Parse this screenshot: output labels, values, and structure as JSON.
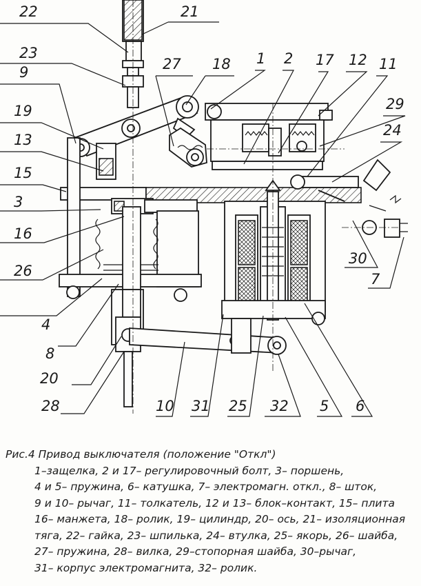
{
  "figure": {
    "labels": [
      "22",
      "21",
      "23",
      "27",
      "18",
      "1",
      "2",
      "17",
      "12",
      "11",
      "9",
      "29",
      "19",
      "24",
      "13",
      "15",
      "3",
      "16",
      "26",
      "30",
      "7",
      "4",
      "8",
      "20",
      "28",
      "10",
      "31",
      "25",
      "32",
      "5",
      "6"
    ]
  },
  "caption": {
    "title": "Рис.4 Привод выключателя (положение \"Откл\")",
    "lines": [
      "1–защелка, 2 и 17– регулировочный болт, 3– поршень,",
      "4 и 5– пружина, 6– катушка, 7– электромагн. откл., 8– шток,",
      "9 и 10– рычаг, 11– толкатель, 12 и 13– блок–контакт, 15– плита",
      "16– манжета, 18– ролик, 19– цилиндр, 20– ось, 21– изоляционная",
      "тяга, 22– гайка, 23– шпилька, 24– втулка, 25– якорь, 26– шайба,",
      "27– пружина, 28– вилка, 29–стопорная шайба, 30–рычаг,",
      "31– корпус электромагнита, 32– ролик."
    ]
  }
}
